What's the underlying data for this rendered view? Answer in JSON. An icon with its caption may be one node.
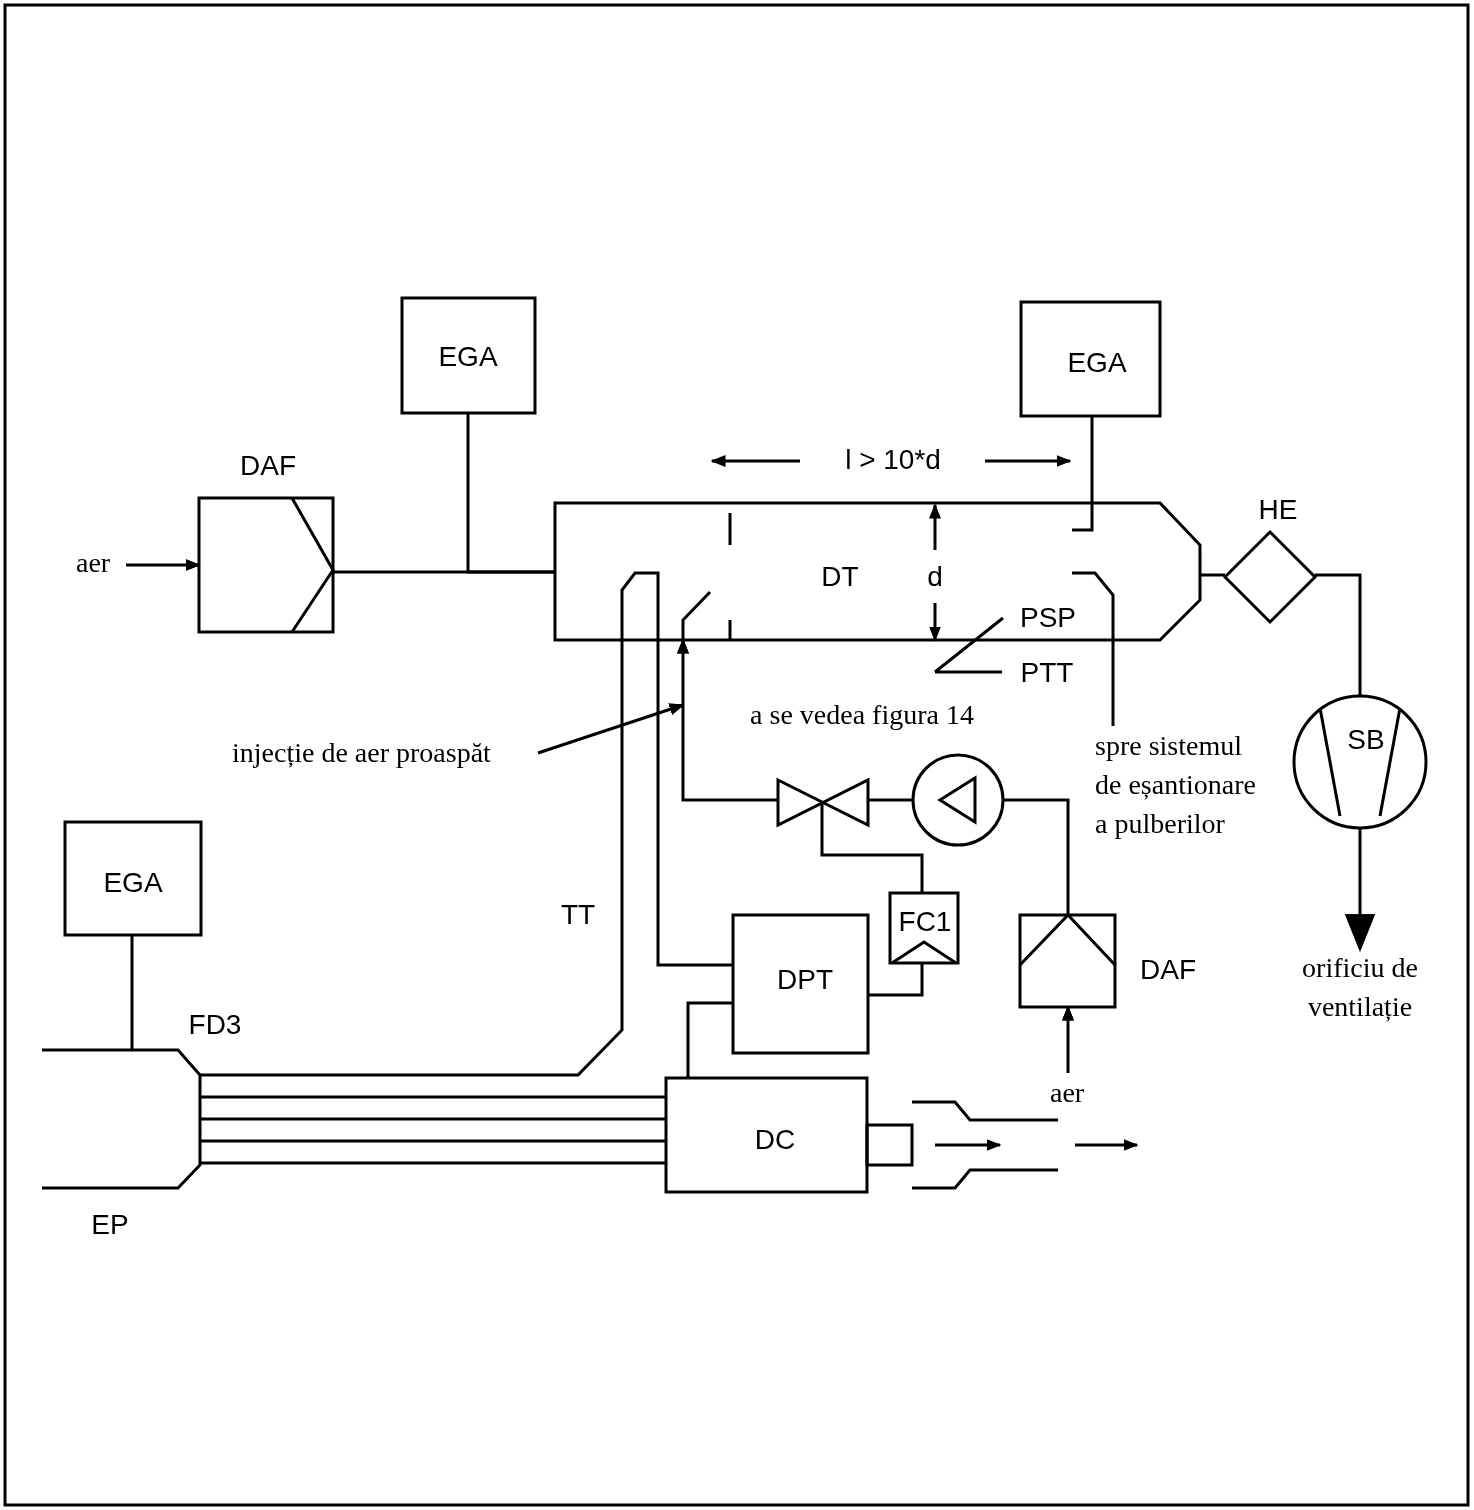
{
  "diagram": {
    "nodes": [
      {
        "text": [
          "EGA"
        ]
      },
      {
        "text": [
          "EGA"
        ]
      },
      {
        "text": [
          "EGA"
        ]
      },
      {
        "text": [
          "DAF"
        ]
      },
      {
        "text": [
          "DT"
        ]
      },
      {
        "text": [
          "HE"
        ]
      },
      {
        "text": [
          "SB"
        ]
      },
      {
        "text": [
          "DPT"
        ]
      },
      {
        "text": [
          "FC1"
        ]
      },
      {
        "text": [
          "DAF"
        ]
      },
      {
        "text": [
          "DC"
        ]
      },
      {
        "text": [
          "EP"
        ]
      },
      {
        "text": [],
        "shape": "valve"
      },
      {
        "text": [],
        "shape": "circle"
      },
      {
        "text": [
          "orificiu de ventilație"
        ]
      },
      {
        "text": [
          "aer"
        ]
      },
      {
        "text": [
          "aer"
        ]
      },
      {
        "text": [
          "injecție de aer proaspăt"
        ]
      },
      {
        "text": [
          "spre sistemul de eșantionare a pulberilor"
        ]
      }
    ],
    "edges": [
      {
        "from": 15,
        "to": 3,
        "arrow": "to"
      },
      {
        "from": 3,
        "to": 4,
        "arrow": "none"
      },
      {
        "from": 0,
        "to": 4,
        "arrow": "none"
      },
      {
        "from": 1,
        "to": 4,
        "arrow": "none"
      },
      {
        "from": 4,
        "to": 5,
        "arrow": "none"
      },
      {
        "from": 5,
        "to": 6,
        "arrow": "none"
      },
      {
        "from": 6,
        "to": 14,
        "arrow": "to"
      },
      {
        "from": 2,
        "to": 11,
        "arrow": "none"
      },
      {
        "from": 11,
        "to": 4,
        "arrow": "none",
        "label": "TT"
      },
      {
        "from": 11,
        "to": 10,
        "arrow": "none"
      },
      {
        "from": 11,
        "to": 10,
        "arrow": "none"
      },
      {
        "from": 11,
        "to": 10,
        "arrow": "none"
      },
      {
        "from": 11,
        "to": 10,
        "arrow": "none"
      },
      {
        "from": 10,
        "to": 7,
        "arrow": "none"
      },
      {
        "from": 7,
        "to": 4,
        "arrow": "none"
      },
      {
        "from": 7,
        "to": 8,
        "arrow": "none"
      },
      {
        "from": 8,
        "to": 12,
        "arrow": "none"
      },
      {
        "from": 12,
        "to": 4,
        "arrow": "to"
      },
      {
        "from": 13,
        "to": 12,
        "arrow": "none"
      },
      {
        "from": 9,
        "to": 13,
        "arrow": "none"
      },
      {
        "from": 16,
        "to": 9,
        "arrow": "to"
      },
      {
        "from": 17,
        "to": null,
        "arrow": "to"
      },
      {
        "from": 4,
        "to": 18,
        "arrow": "none"
      }
    ],
    "labels": [
      "l > 10*d",
      "d",
      "PSP",
      "PTT",
      "FD3",
      "a se vedea figura 14"
    ]
  }
}
